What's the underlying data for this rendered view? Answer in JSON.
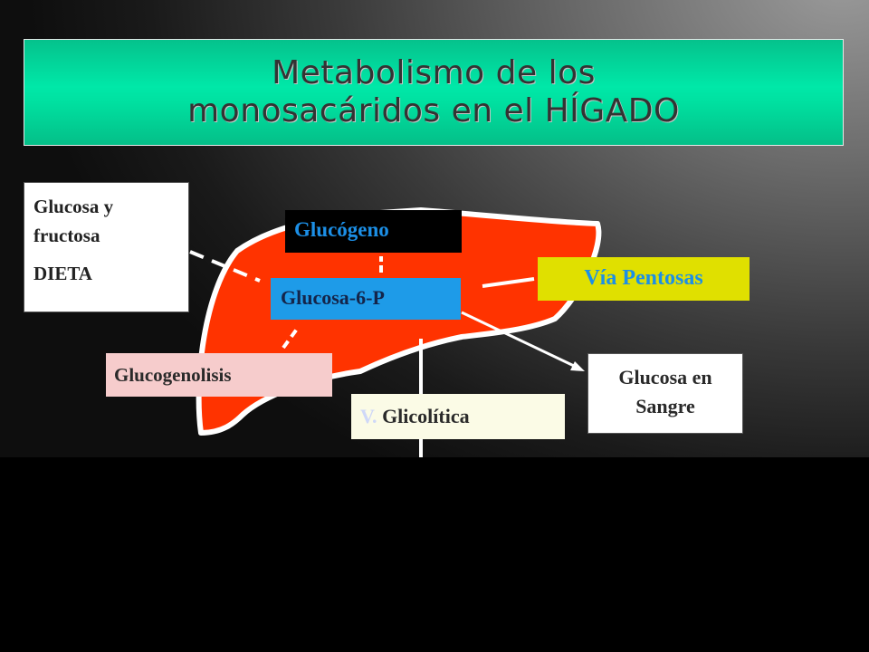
{
  "title": {
    "line1": "Metabolismo de los",
    "line2": "monosacáridos en el HÍGADO"
  },
  "nodes": {
    "diet": {
      "line1": "Glucosa y",
      "line2": "fructosa",
      "line3": "DIETA"
    },
    "glucogeno": "Glucógeno",
    "g6p": "Glucosa-6-P",
    "pentosas": "Vía Pentosas",
    "glucogenolisis": "Glucogenolisis",
    "glicolitica": {
      "prefix": "V.",
      "label": "Glicolítica"
    },
    "sangre": {
      "line1": "Glucosa en",
      "line2": "Sangre"
    }
  },
  "colors": {
    "title_bar": "#00e0a0",
    "liver": "#ff3300",
    "glucogeno_bg": "#000000",
    "glucogeno_text": "#1c8fe6",
    "g6p_bg": "#1e9be8",
    "pentosas_bg": "#e0e000",
    "pentosas_text": "#1c8fe6",
    "glucogenolisis_bg": "#f6cccc",
    "glicolitica_bg": "#fbfbe6",
    "bottom_band": "#000000"
  },
  "shapes": {
    "organ": "liver"
  }
}
